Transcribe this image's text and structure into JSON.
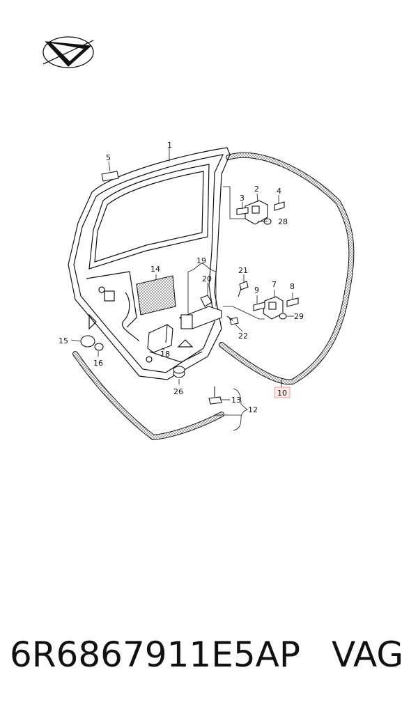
{
  "callouts": {
    "c1": "1",
    "c2": "2",
    "c3": "3",
    "c4": "4",
    "c5": "5",
    "c7": "7",
    "c8": "8",
    "c9": "9",
    "c10": "10",
    "c12": "12",
    "c13": "13",
    "c14": "14",
    "c15": "15",
    "c16": "16",
    "c18": "18",
    "c19": "19",
    "c20": "20",
    "c21": "21",
    "c22": "22",
    "c26": "26",
    "c28": "28",
    "c29": "29"
  },
  "highlight_color": "#e8a0a0",
  "footer": {
    "part_number": "6R6867911E5AP",
    "brand": "VAG"
  }
}
